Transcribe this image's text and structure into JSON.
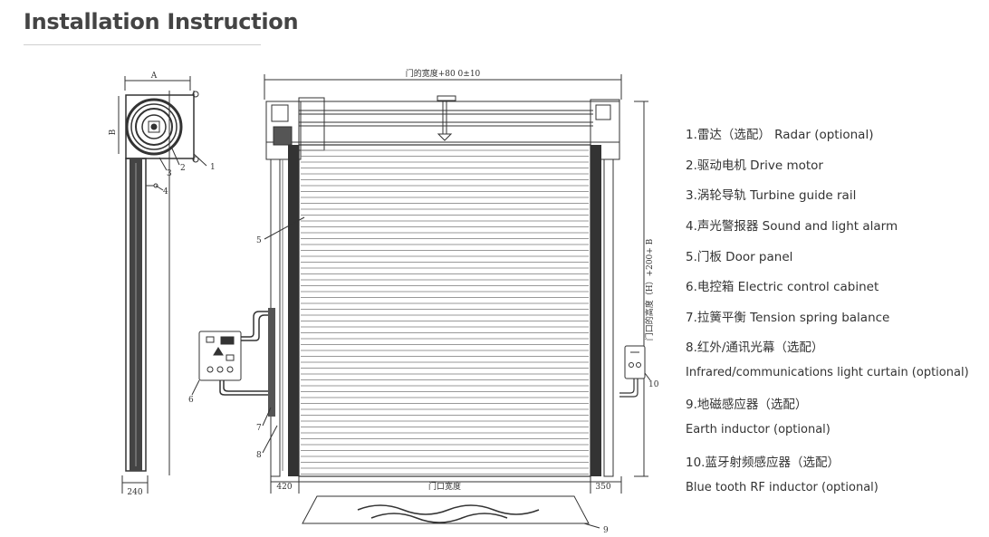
{
  "title": "Installation Instruction",
  "dimensions": {
    "top_width": "门的宽度+80 0±10",
    "side_a": "A",
    "side_b": "B",
    "right_height": "门口的高度（H）+200+ B",
    "bottom_left": "240",
    "bottom_420": "420",
    "bottom_opening": "门口宽度",
    "bottom_350": "350"
  },
  "callouts": [
    "1",
    "2",
    "3",
    "4",
    "5",
    "6",
    "7",
    "8",
    "9",
    "10"
  ],
  "legend": [
    {
      "text": "1.雷达（选配） Radar (optional)"
    },
    {
      "text": "2.驱动电机 Drive motor"
    },
    {
      "text": "3.涡轮导轨 Turbine guide rail"
    },
    {
      "text": "4.声光警报器 Sound and light alarm"
    },
    {
      "text": "5.门板 Door panel"
    },
    {
      "text": "6.电控箱 Electric control cabinet"
    },
    {
      "text": "7.拉簧平衡 Tension spring balance"
    },
    {
      "text": "8.红外/通讯光幕（选配）",
      "subtext": "Infrared/communications light curtain (optional)"
    },
    {
      "text": "9.地磁感应器（选配）",
      "subtext": "Earth inductor (optional)"
    },
    {
      "text": "10.蓝牙射频感应器（选配）",
      "subtext": "Blue tooth RF inductor (optional)"
    }
  ]
}
